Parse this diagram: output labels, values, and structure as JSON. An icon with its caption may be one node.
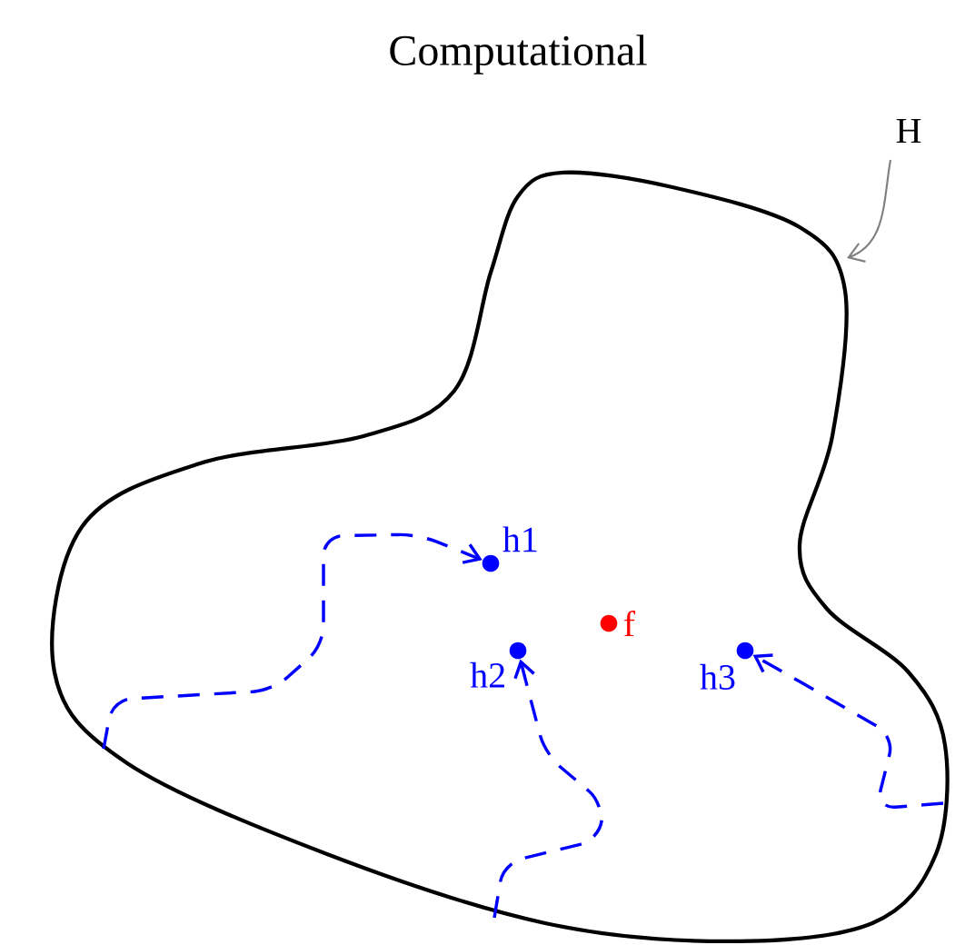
{
  "diagram": {
    "title": "Computational",
    "nodes": [
      {
        "text": [
          "H"
        ]
      },
      {
        "text": [],
        "shape": "blob"
      },
      {
        "text": [
          "h1"
        ],
        "in": 1
      },
      {
        "text": [
          "f"
        ],
        "in": 1
      },
      {
        "text": [
          "h2"
        ],
        "in": 1
      },
      {
        "text": [
          "h3"
        ],
        "in": 1
      }
    ],
    "edges": [
      {
        "from": 0,
        "to": 1,
        "arrow": "to",
        "color": "#808080"
      },
      {
        "from": 1,
        "to": 2,
        "arrow": "to",
        "style": "dashed"
      },
      {
        "from": 1,
        "to": 4,
        "arrow": "to",
        "style": "dashed"
      },
      {
        "from": 1,
        "to": 5,
        "arrow": "to",
        "style": "dashed"
      }
    ]
  }
}
